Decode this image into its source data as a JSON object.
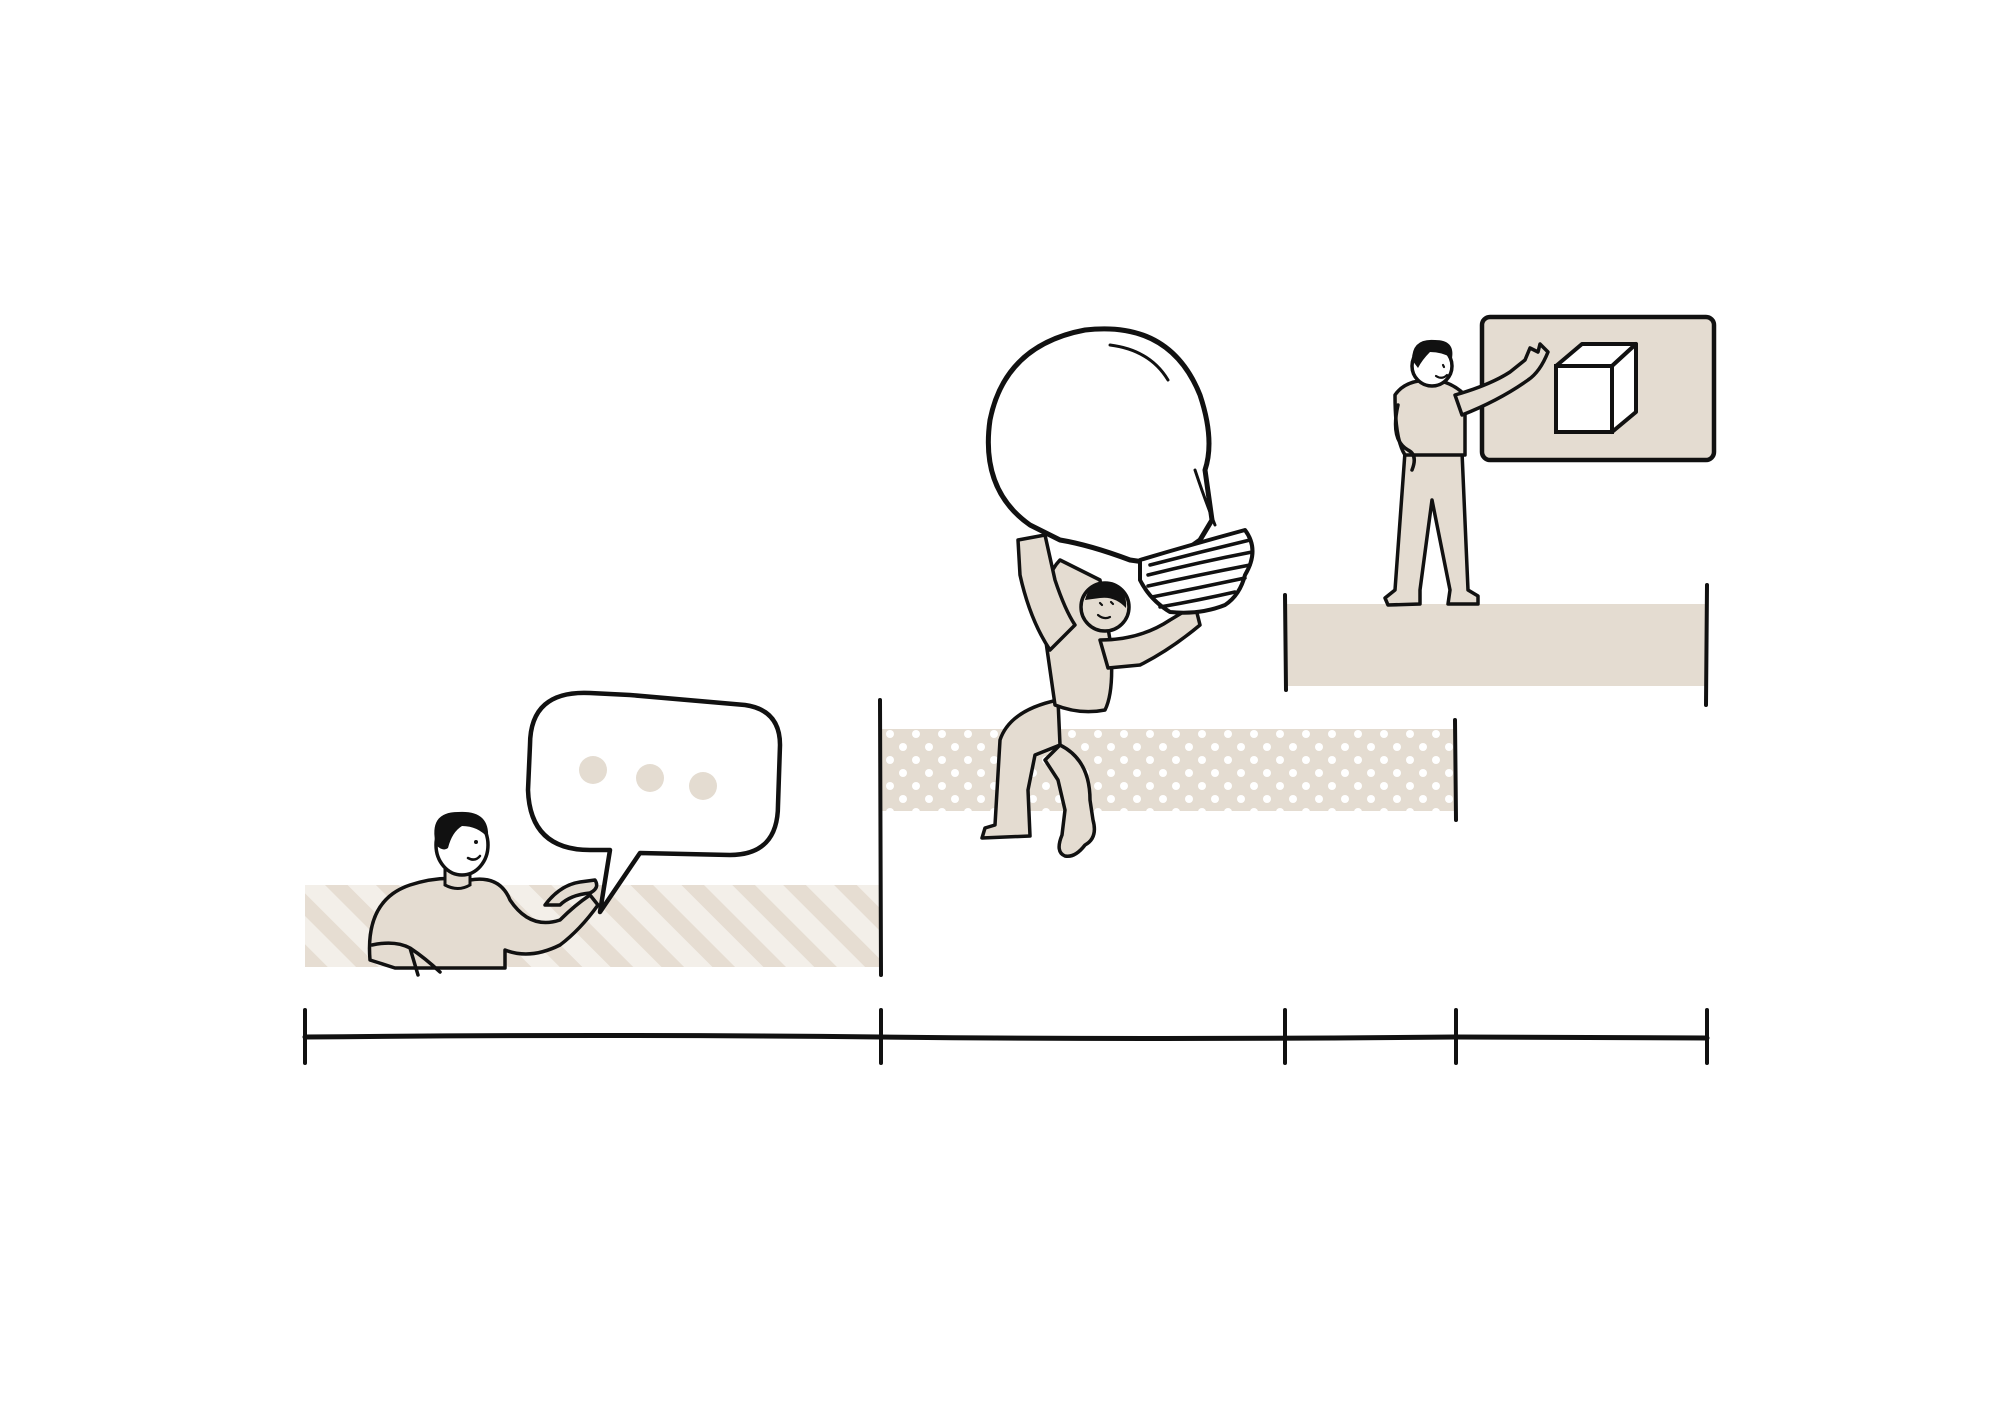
{
  "colors": {
    "background": "#ffffff",
    "ink": "#111111",
    "beige": "#e4dcd1",
    "beige_light": "#eee8e0",
    "accent_dots": "#ffffff"
  },
  "timeline": {
    "segments": [
      {
        "name": "phase-1",
        "pattern": "diagonal-stripes",
        "illustration": "person-with-speech-bubble"
      },
      {
        "name": "phase-2",
        "pattern": "polka-dots",
        "illustration": "person-carrying-light-bulb"
      },
      {
        "name": "phase-3",
        "pattern": "solid",
        "illustration": "person-presenting-cube-board"
      }
    ],
    "tick_count": 5
  },
  "icons": [
    "speech-bubble-icon",
    "light-bulb-icon",
    "cube-icon",
    "presentation-board-icon"
  ]
}
